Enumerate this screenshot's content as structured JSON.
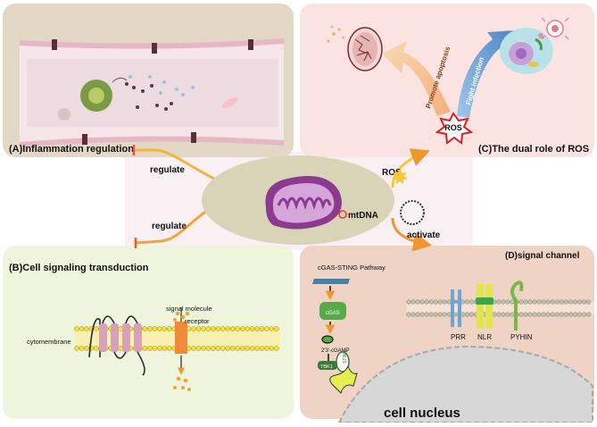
{
  "panels": {
    "a": {
      "title": "(A)Inflammation  regulation"
    },
    "b": {
      "title": "(B)Cell signaling transduction",
      "cytomembrane": "cytomembrane",
      "signal_molecule": "signal molecule",
      "receptor": "receptor"
    },
    "c": {
      "title": "(C)The dual role of ROS",
      "promote_apoptosis": "Promote apoptosis",
      "fight_infection": "Fight infection",
      "ros": "ROS"
    },
    "d": {
      "title": "(D)signal channel",
      "pathway": "cGAS-STING Pathway",
      "cgas": "cGAS",
      "cgamp": "2'3'-cGAMP",
      "sting": "STING",
      "tbk1": "TBK1",
      "prr": "PRR",
      "nlr": "NLR",
      "pyhin": "PYHIN",
      "nucleus": "cell nucleus"
    }
  },
  "center": {
    "mtdna": "mtDNA",
    "ros": "ROS",
    "activate": "activate",
    "regulate_top": "regulate",
    "regulate_bottom": "regulate"
  },
  "colors": {
    "panel_a": "#e3d8c6",
    "panel_b": "#eef5dc",
    "panel_c": "#fbe3e1",
    "panel_d": "#efd3c5",
    "mito": "#8b3a8f",
    "arrow_orange": "#f2a53c"
  }
}
